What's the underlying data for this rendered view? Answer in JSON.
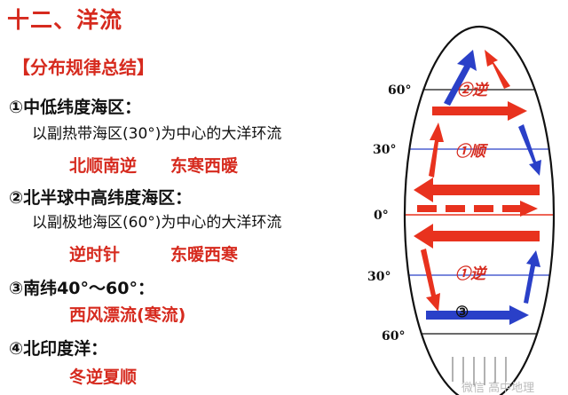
{
  "title": "十二、洋流",
  "section_title": "【分布规律总结】",
  "items": [
    {
      "heading": "①中低纬度海区：",
      "desc": "以副热带海区(30°)为中心的大洋环流",
      "rules": [
        "北顺南逆",
        "东寒西暖"
      ]
    },
    {
      "heading": "②北半球中高纬度海区：",
      "desc": "以副极地海区(60°)为中心的大洋环流",
      "rules": [
        "逆时针",
        "东暖西寒"
      ]
    },
    {
      "heading": "③南纬40°～60°：",
      "desc": "",
      "rules": [
        "西风漂流(寒流)"
      ]
    },
    {
      "heading": "④北印度洋：",
      "desc": "",
      "rules": [
        "冬逆夏顺"
      ]
    }
  ],
  "diagram": {
    "latitude_labels": [
      "60°",
      "30°",
      "0°",
      "30°",
      "60°"
    ],
    "gyre_labels": {
      "north_subpolar": "②逆",
      "north_subtropical": "①顺",
      "south_subtropical": "①逆",
      "south_westerly": "③"
    },
    "colors": {
      "warm": "#e8321e",
      "cold": "#2a40c8",
      "equator_line": "#e8321e"
    }
  },
  "watermark": "微信 高中地理"
}
